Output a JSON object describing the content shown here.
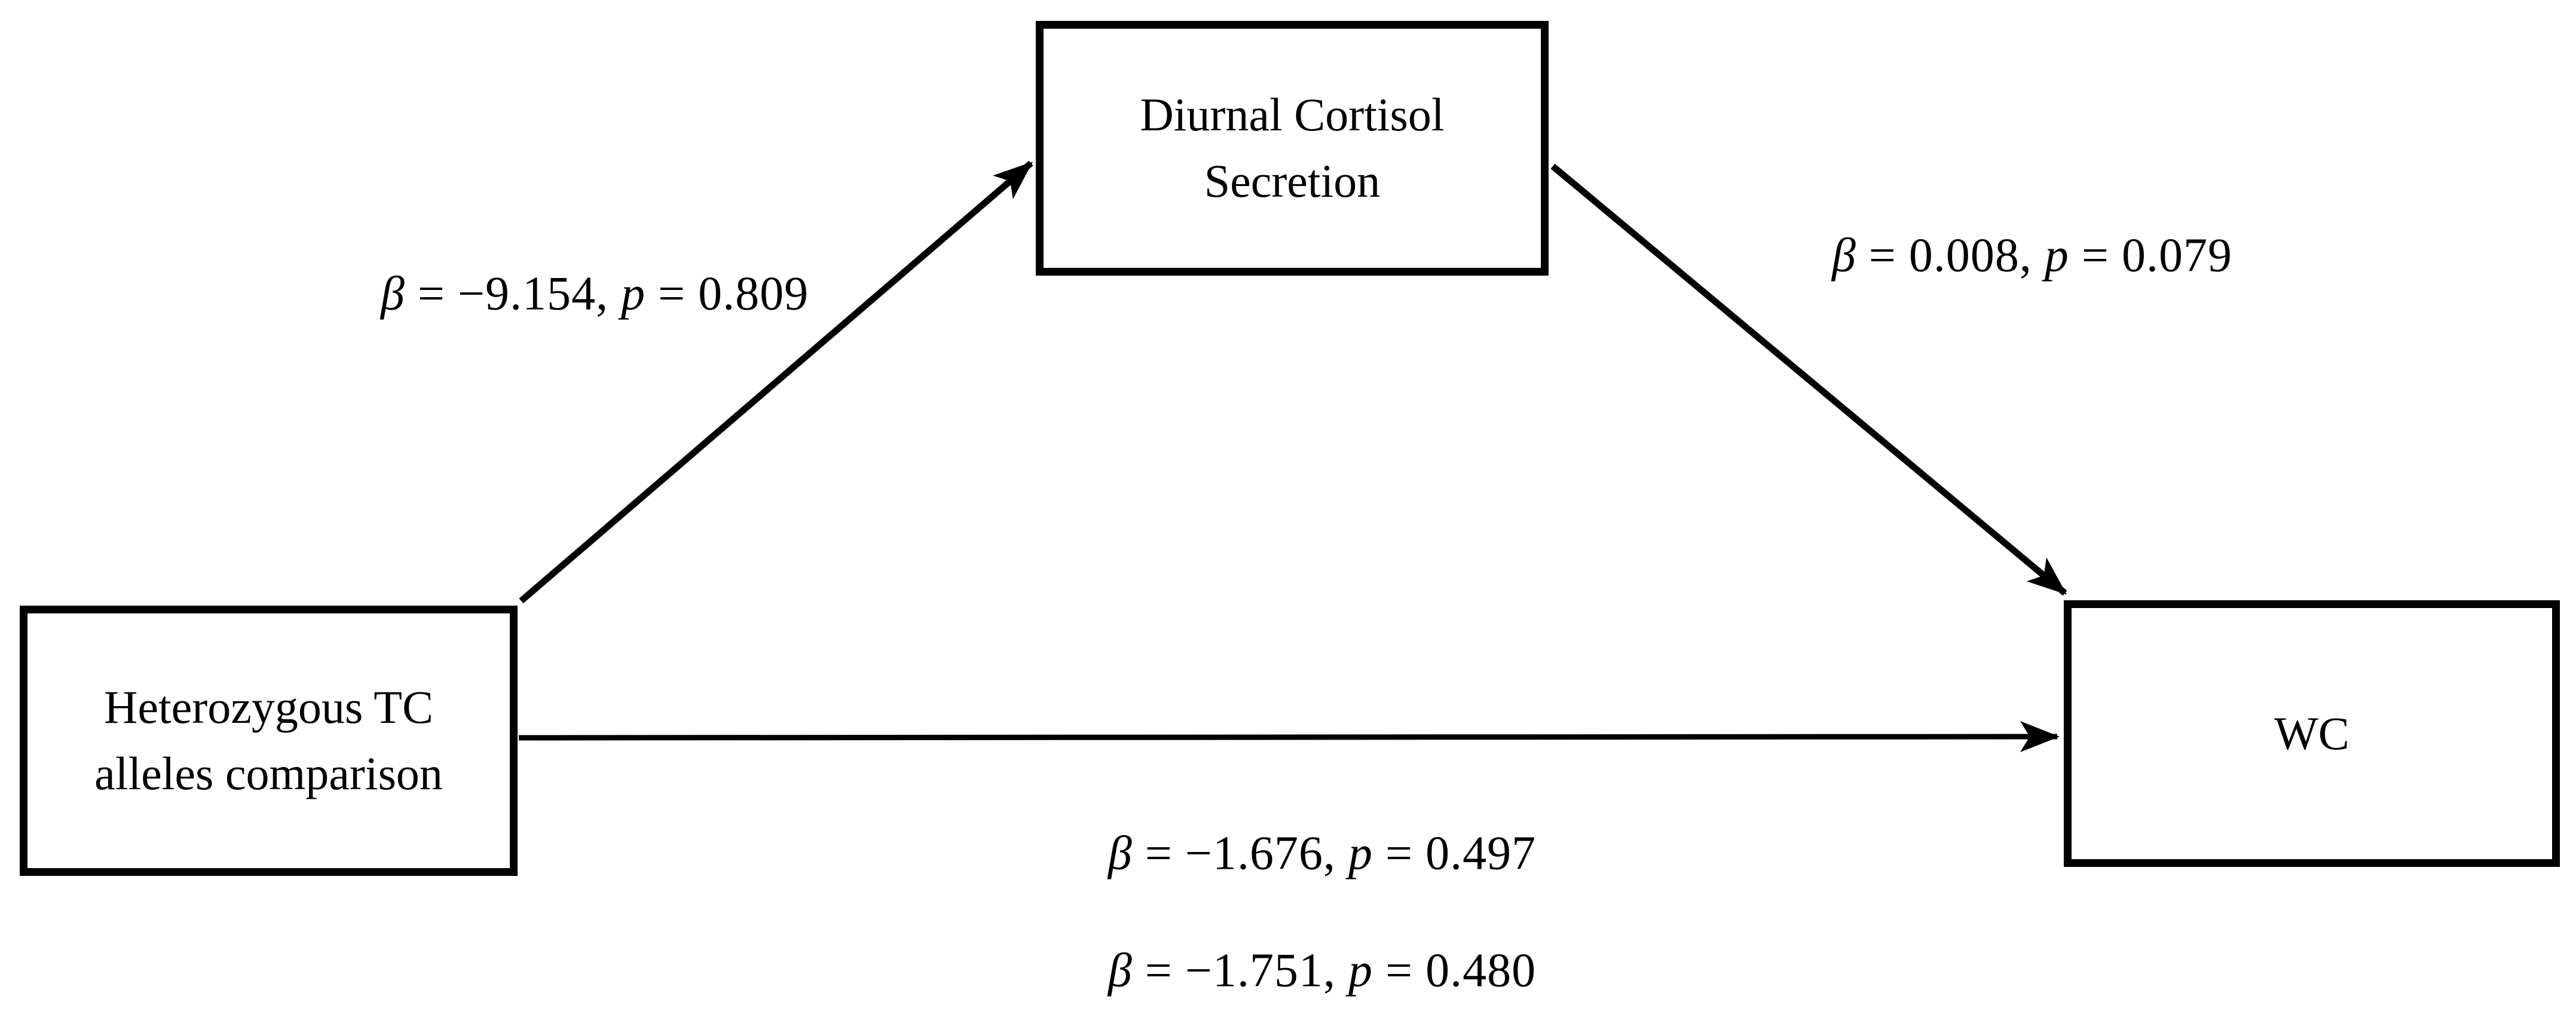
{
  "figure": {
    "background_color": "#ffffff",
    "line_color": "#000000",
    "nodes": {
      "predictor": {
        "label": "Heterozygous TC\nalleles comparison"
      },
      "mediator": {
        "label": "Diurnal Cortisol\nSecretion"
      },
      "outcome": {
        "label": "WC"
      }
    },
    "paths": {
      "a": {
        "from": "predictor",
        "to": "mediator",
        "beta": "−9.154",
        "p": "0.809",
        "parts": [
          "β",
          " = −9.154, ",
          "p",
          " = 0.809"
        ]
      },
      "b": {
        "from": "mediator",
        "to": "outcome",
        "beta": "0.008",
        "p": "0.079",
        "parts": [
          "β",
          " = 0.008, ",
          "p",
          " = 0.079"
        ]
      },
      "c": {
        "from": "predictor",
        "to": "outcome",
        "beta": "−1.676",
        "p": "0.497",
        "parts": [
          "β",
          " = −1.676, ",
          "p",
          " = 0.497"
        ]
      },
      "c_prime": {
        "from": "predictor",
        "to": "outcome",
        "beta": "−1.751",
        "p": "0.480",
        "parts": [
          "β",
          " = −1.751, ",
          "p",
          " = 0.480"
        ]
      }
    }
  }
}
